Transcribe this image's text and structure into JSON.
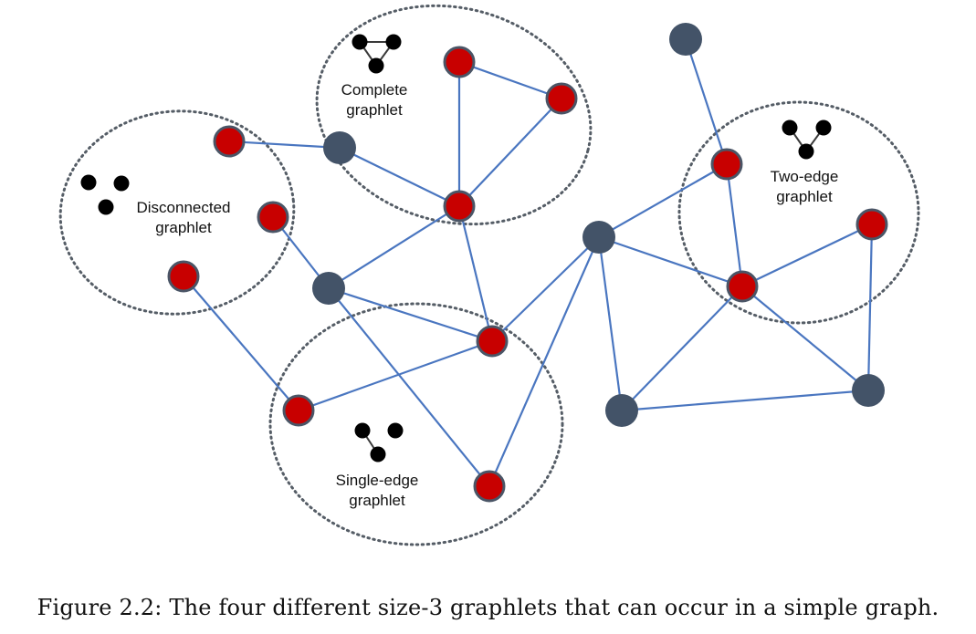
{
  "caption": "Figure 2.2: The four different size-3 graphlets that can occur in a simple graph.",
  "colors": {
    "edge": "#4a76c0",
    "node_dark": "#435368",
    "node_red": "#c80000",
    "node_red_outline": "#4a5566",
    "cluster_outline": "#555d66",
    "mini_graphlet": "#000000"
  },
  "clusters": [
    {
      "id": "complete",
      "label_lines": [
        "Complete",
        "graphlet"
      ],
      "icon": "triangle-graphlet-icon"
    },
    {
      "id": "disconnected",
      "label_lines": [
        "Disconnected",
        "graphlet"
      ],
      "icon": "three-dots-graphlet-icon"
    },
    {
      "id": "single-edge",
      "label_lines": [
        "Single-edge",
        "graphlet"
      ],
      "icon": "single-edge-graphlet-icon"
    },
    {
      "id": "two-edge",
      "label_lines": [
        "Two-edge",
        "graphlet"
      ],
      "icon": "two-edge-graphlet-icon"
    }
  ],
  "nodes": [
    {
      "id": "n1",
      "kind": "red"
    },
    {
      "id": "n2",
      "kind": "red"
    },
    {
      "id": "n3",
      "kind": "dark"
    },
    {
      "id": "n4",
      "kind": "red"
    },
    {
      "id": "n5",
      "kind": "red"
    },
    {
      "id": "n6",
      "kind": "red"
    },
    {
      "id": "n7",
      "kind": "red"
    },
    {
      "id": "n8",
      "kind": "dark"
    },
    {
      "id": "n9",
      "kind": "red"
    },
    {
      "id": "n10",
      "kind": "red"
    },
    {
      "id": "n11",
      "kind": "red"
    },
    {
      "id": "n12",
      "kind": "dark"
    },
    {
      "id": "n13",
      "kind": "dark"
    },
    {
      "id": "n14",
      "kind": "red"
    },
    {
      "id": "n15",
      "kind": "red"
    },
    {
      "id": "n16",
      "kind": "red"
    },
    {
      "id": "n17",
      "kind": "dark"
    },
    {
      "id": "n18",
      "kind": "dark"
    }
  ],
  "edges": [
    [
      "n1",
      "n2"
    ],
    [
      "n1",
      "n4"
    ],
    [
      "n2",
      "n4"
    ],
    [
      "n5",
      "n3"
    ],
    [
      "n3",
      "n4"
    ],
    [
      "n4",
      "n8"
    ],
    [
      "n4",
      "n9"
    ],
    [
      "n6",
      "n8"
    ],
    [
      "n8",
      "n9"
    ],
    [
      "n8",
      "n11"
    ],
    [
      "n7",
      "n10"
    ],
    [
      "n10",
      "n9"
    ],
    [
      "n9",
      "n12"
    ],
    [
      "n12",
      "n11"
    ],
    [
      "n12",
      "n14"
    ],
    [
      "n12",
      "n16"
    ],
    [
      "n12",
      "n17"
    ],
    [
      "n13",
      "n14"
    ],
    [
      "n14",
      "n16"
    ],
    [
      "n16",
      "n15"
    ],
    [
      "n16",
      "n17"
    ],
    [
      "n16",
      "n18"
    ],
    [
      "n15",
      "n18"
    ],
    [
      "n17",
      "n18"
    ]
  ]
}
